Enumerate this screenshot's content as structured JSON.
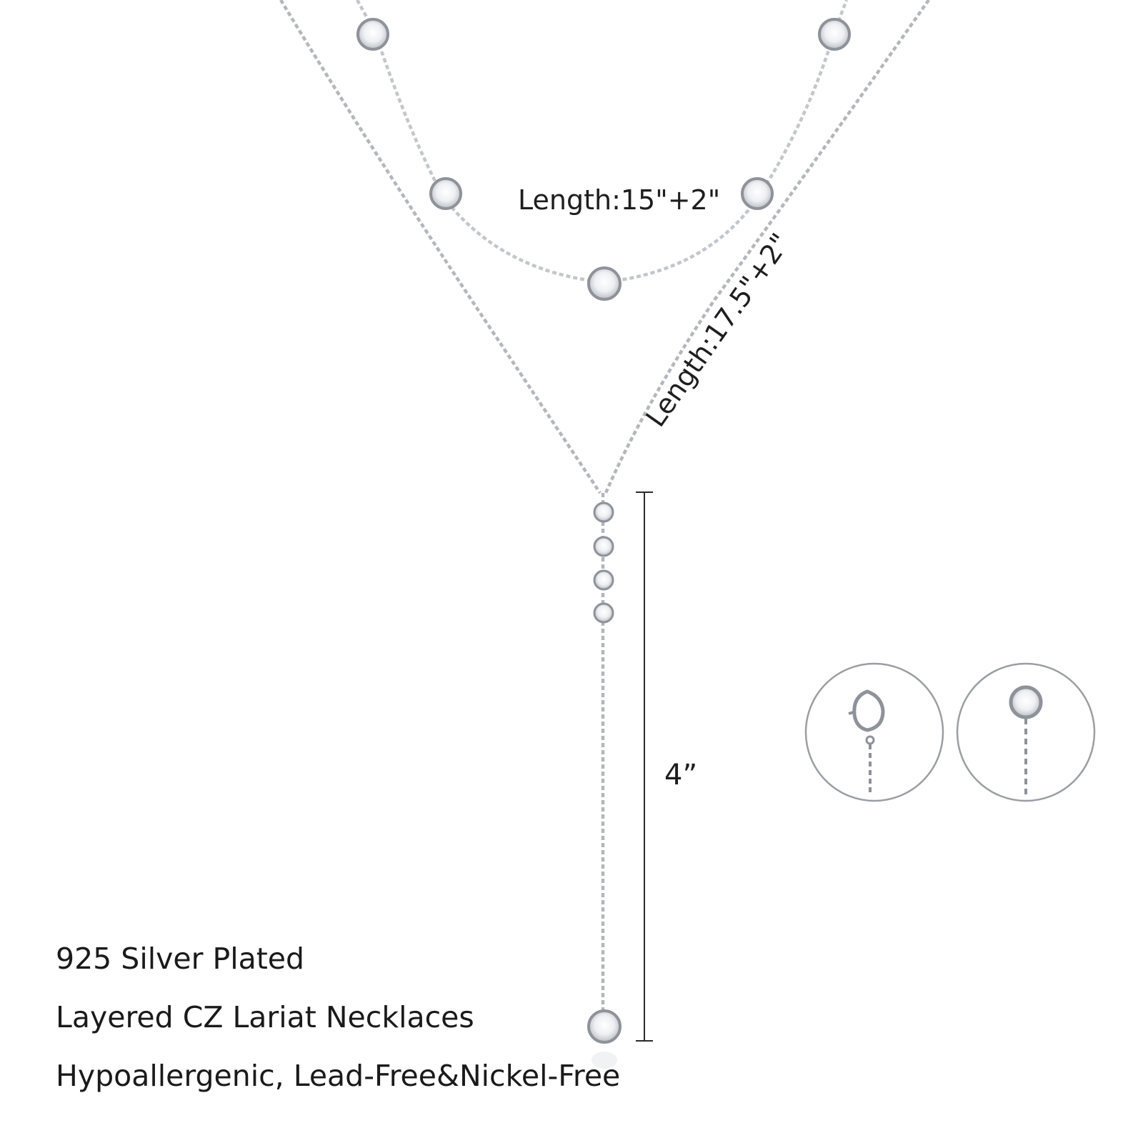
{
  "product": {
    "length_short": "Length:15\"+2\"",
    "length_long": "Length:17.5\"+2\"",
    "length_drop": "4”"
  },
  "captions": {
    "line1": "925 Silver Plated",
    "line2": "Layered CZ Lariat Necklaces",
    "line3": "Hypoallergenic, Lead-Free&Nickel-Free"
  },
  "colors": {
    "background": "#ffffff",
    "silver": "#c9ccd1",
    "silver_dark": "#8e9299",
    "text": "#1e1e1e",
    "circle_outline": "#9a9ea3"
  },
  "icons": {
    "detail_left": "lobster-clasp-icon",
    "detail_right": "cz-bezel-stone-icon"
  }
}
